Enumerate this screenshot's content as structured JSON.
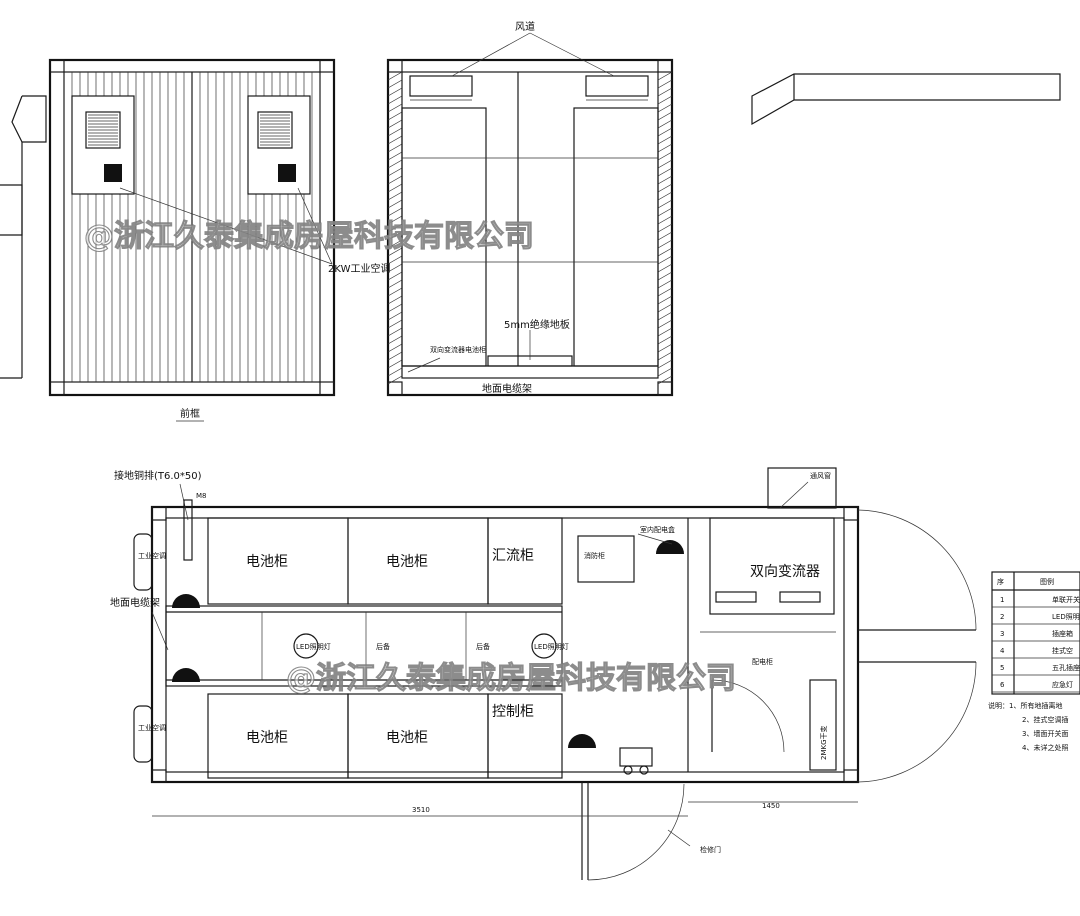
{
  "watermark": "@浙江久泰集成房屋科技有限公司",
  "front_view": {
    "caption": "前框",
    "ac_label": "2KW工业空调"
  },
  "section_view": {
    "duct_label": "风道",
    "floor_label": "5mm绝缘地板",
    "tray_label": "地面电缆架",
    "rack_label": "双向变流器电池柜"
  },
  "plan": {
    "ground_label": "接地铜排(T6.0*50)",
    "ground_m": "M8",
    "tray_label": "地面电缆架",
    "ac_unit_label": "工业空调",
    "battery_label": "电池柜",
    "combiner_label": "汇流柜",
    "fire_label": "消防柜",
    "control_label": "控制柜",
    "pcs_label": "双向变流器",
    "dist_label": "室内配电盒",
    "vent_label": "通风窗",
    "door_label": "检修门",
    "dry_transformer": "2MKG干变",
    "led_label": "LED照明灯",
    "mid_label": "后备",
    "elec_label": "配电柜",
    "dim_left": "3510",
    "dim_right": "1450"
  },
  "legend": {
    "header": [
      "序",
      "图例"
    ],
    "rows": [
      {
        "no": "1",
        "desc": "单联开关"
      },
      {
        "no": "2",
        "desc": "LED照明"
      },
      {
        "no": "3",
        "desc": "插座箱"
      },
      {
        "no": "4",
        "desc": "挂式空"
      },
      {
        "no": "5",
        "desc": "五孔插座"
      },
      {
        "no": "6",
        "desc": "应急灯"
      }
    ]
  },
  "notes": [
    "说明：1、所有地插离地",
    "2、挂式空调插",
    "3、墙面开关面",
    "4、未详之处照"
  ]
}
